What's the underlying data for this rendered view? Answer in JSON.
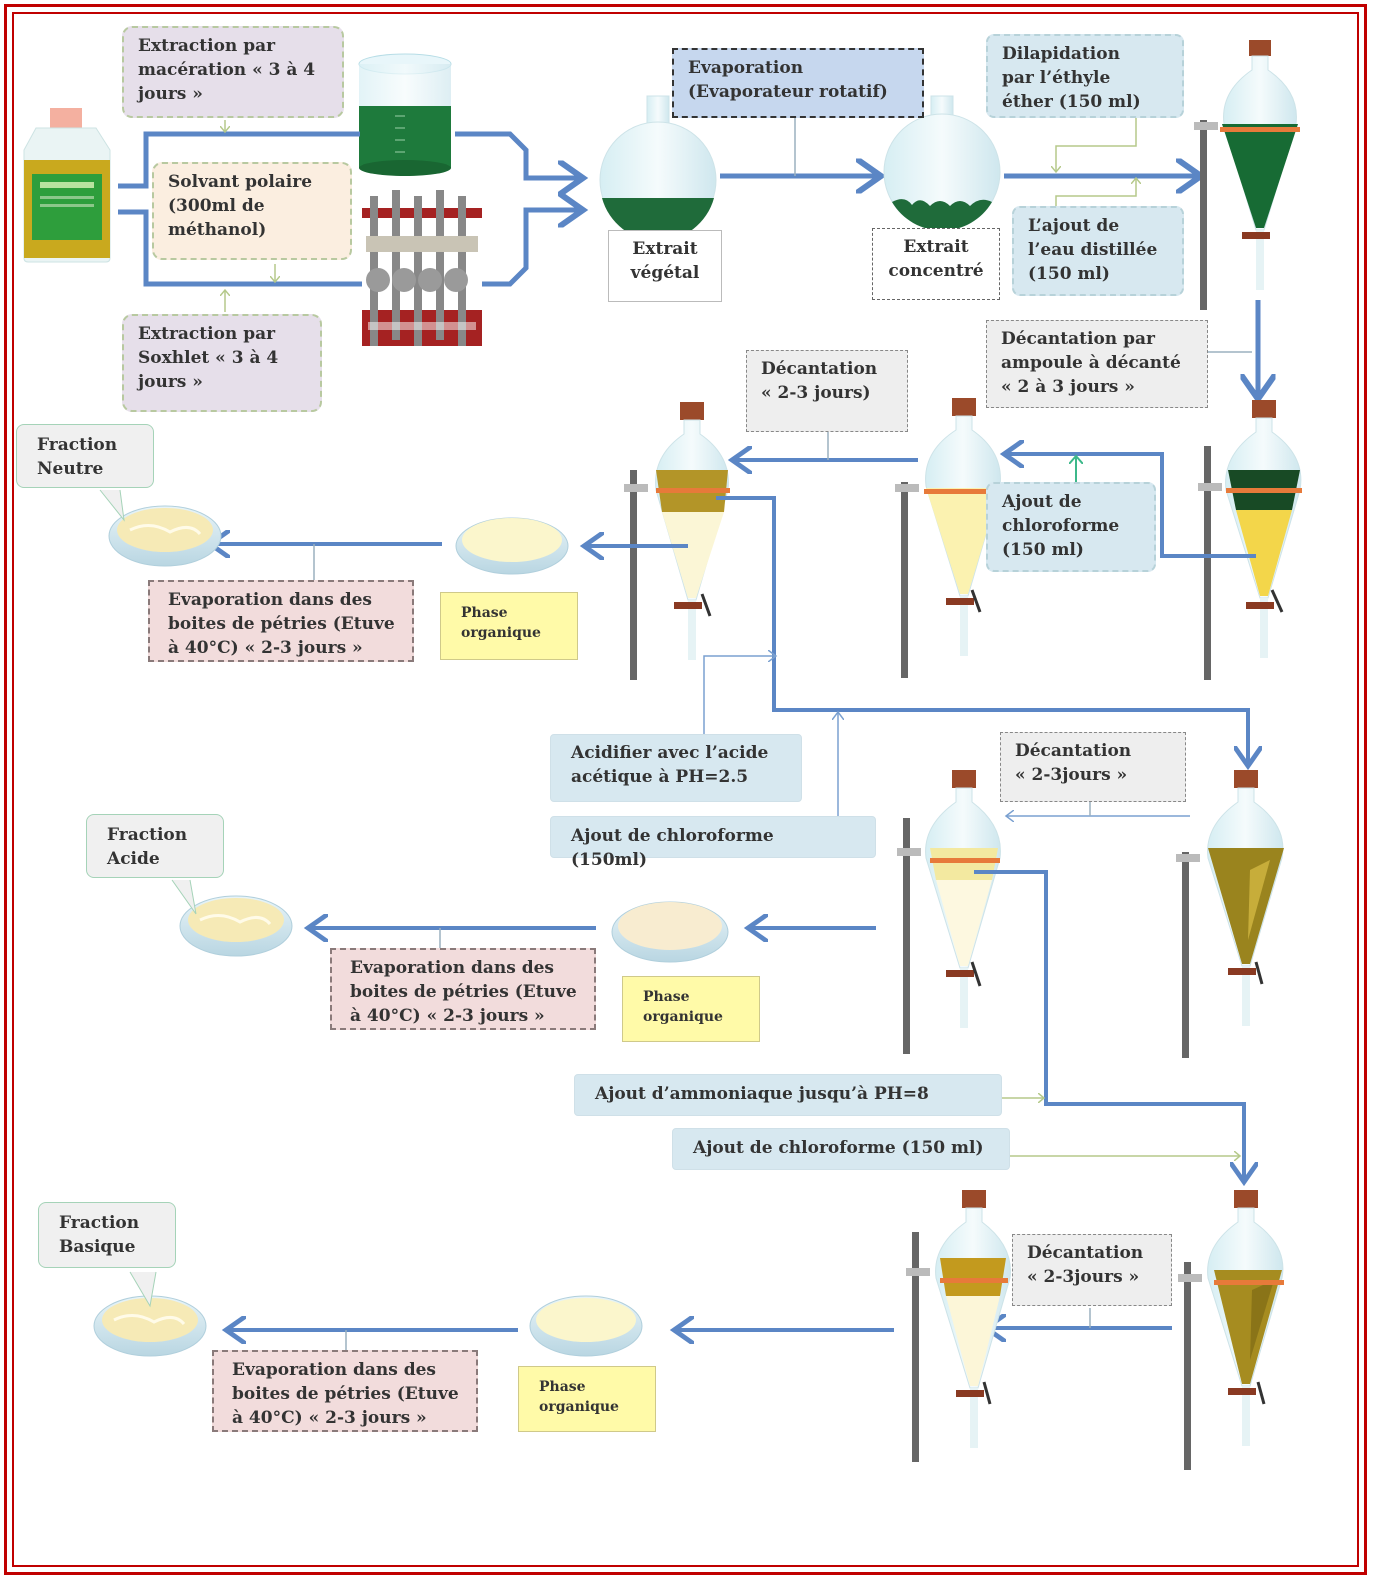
{
  "boxes": {
    "maceration": "Extraction par\nmacération « 3 à 4\njours »",
    "solvant": "Solvant polaire\n(300ml de\nméthanol)",
    "soxhlet": "Extraction par\nSoxhlet « 3 à 4\njours »",
    "evaporation_rotatif": "Evaporation\n(Evaporateur  rotatif)",
    "extrait_vegetal": "Extrait\nvégétal",
    "extrait_concentre": "Extrait\nconcentré",
    "dilapidation": "Dilapidation\npar l’éthyle\néther (150 ml)",
    "ajout_eau": "L’ajout de\nl’eau distillée\n(150 ml)",
    "decantation_ampoule": "Décantation par\nampoule à décanté\n« 2 à 3 jours »",
    "decantation_1": "Décantation\n« 2-3 jours)",
    "ajout_chloroforme_1": "Ajout de\nchloroforme\n(150 ml)",
    "fraction_neutre": "Fraction\nNeutre",
    "evap_neutre": "Evaporation dans des\nboites de pétries (Etuve\nà 40°C) « 2-3 jours »",
    "phase_org_1": "Phase\norganique",
    "acidifier": "Acidifier avec l’acide\nacétique à PH=2.5",
    "ajout_chloroforme_2": "Ajout de chloroforme (150ml)",
    "decantation_2": "Décantation\n« 2-3jours »",
    "fraction_acide": "Fraction\nAcide",
    "evap_acide": "Evaporation dans des\nboites de pétries (Etuve\nà 40°C) « 2-3 jours »",
    "phase_org_2": "Phase\norganique",
    "ajout_ammoniaque": "Ajout d’ammoniaque jusqu’à PH=8",
    "ajout_chloroforme_3": "Ajout de  chloroforme (150 ml)",
    "decantation_3": "Décantation\n« 2-3jours »",
    "fraction_basique": "Fraction\nBasique",
    "evap_basique": "Evaporation dans des\nboites de pétries (Etuve\nà 40°C) « 2-3 jours »",
    "phase_org_3": "Phase\norganique"
  },
  "colors": {
    "arrow": "#5b86c5",
    "frame": "#c00000",
    "green_extract": "#1e6b3a",
    "yellow_phase": "#f4e9a0",
    "olive_phase": "#a38a1e"
  }
}
